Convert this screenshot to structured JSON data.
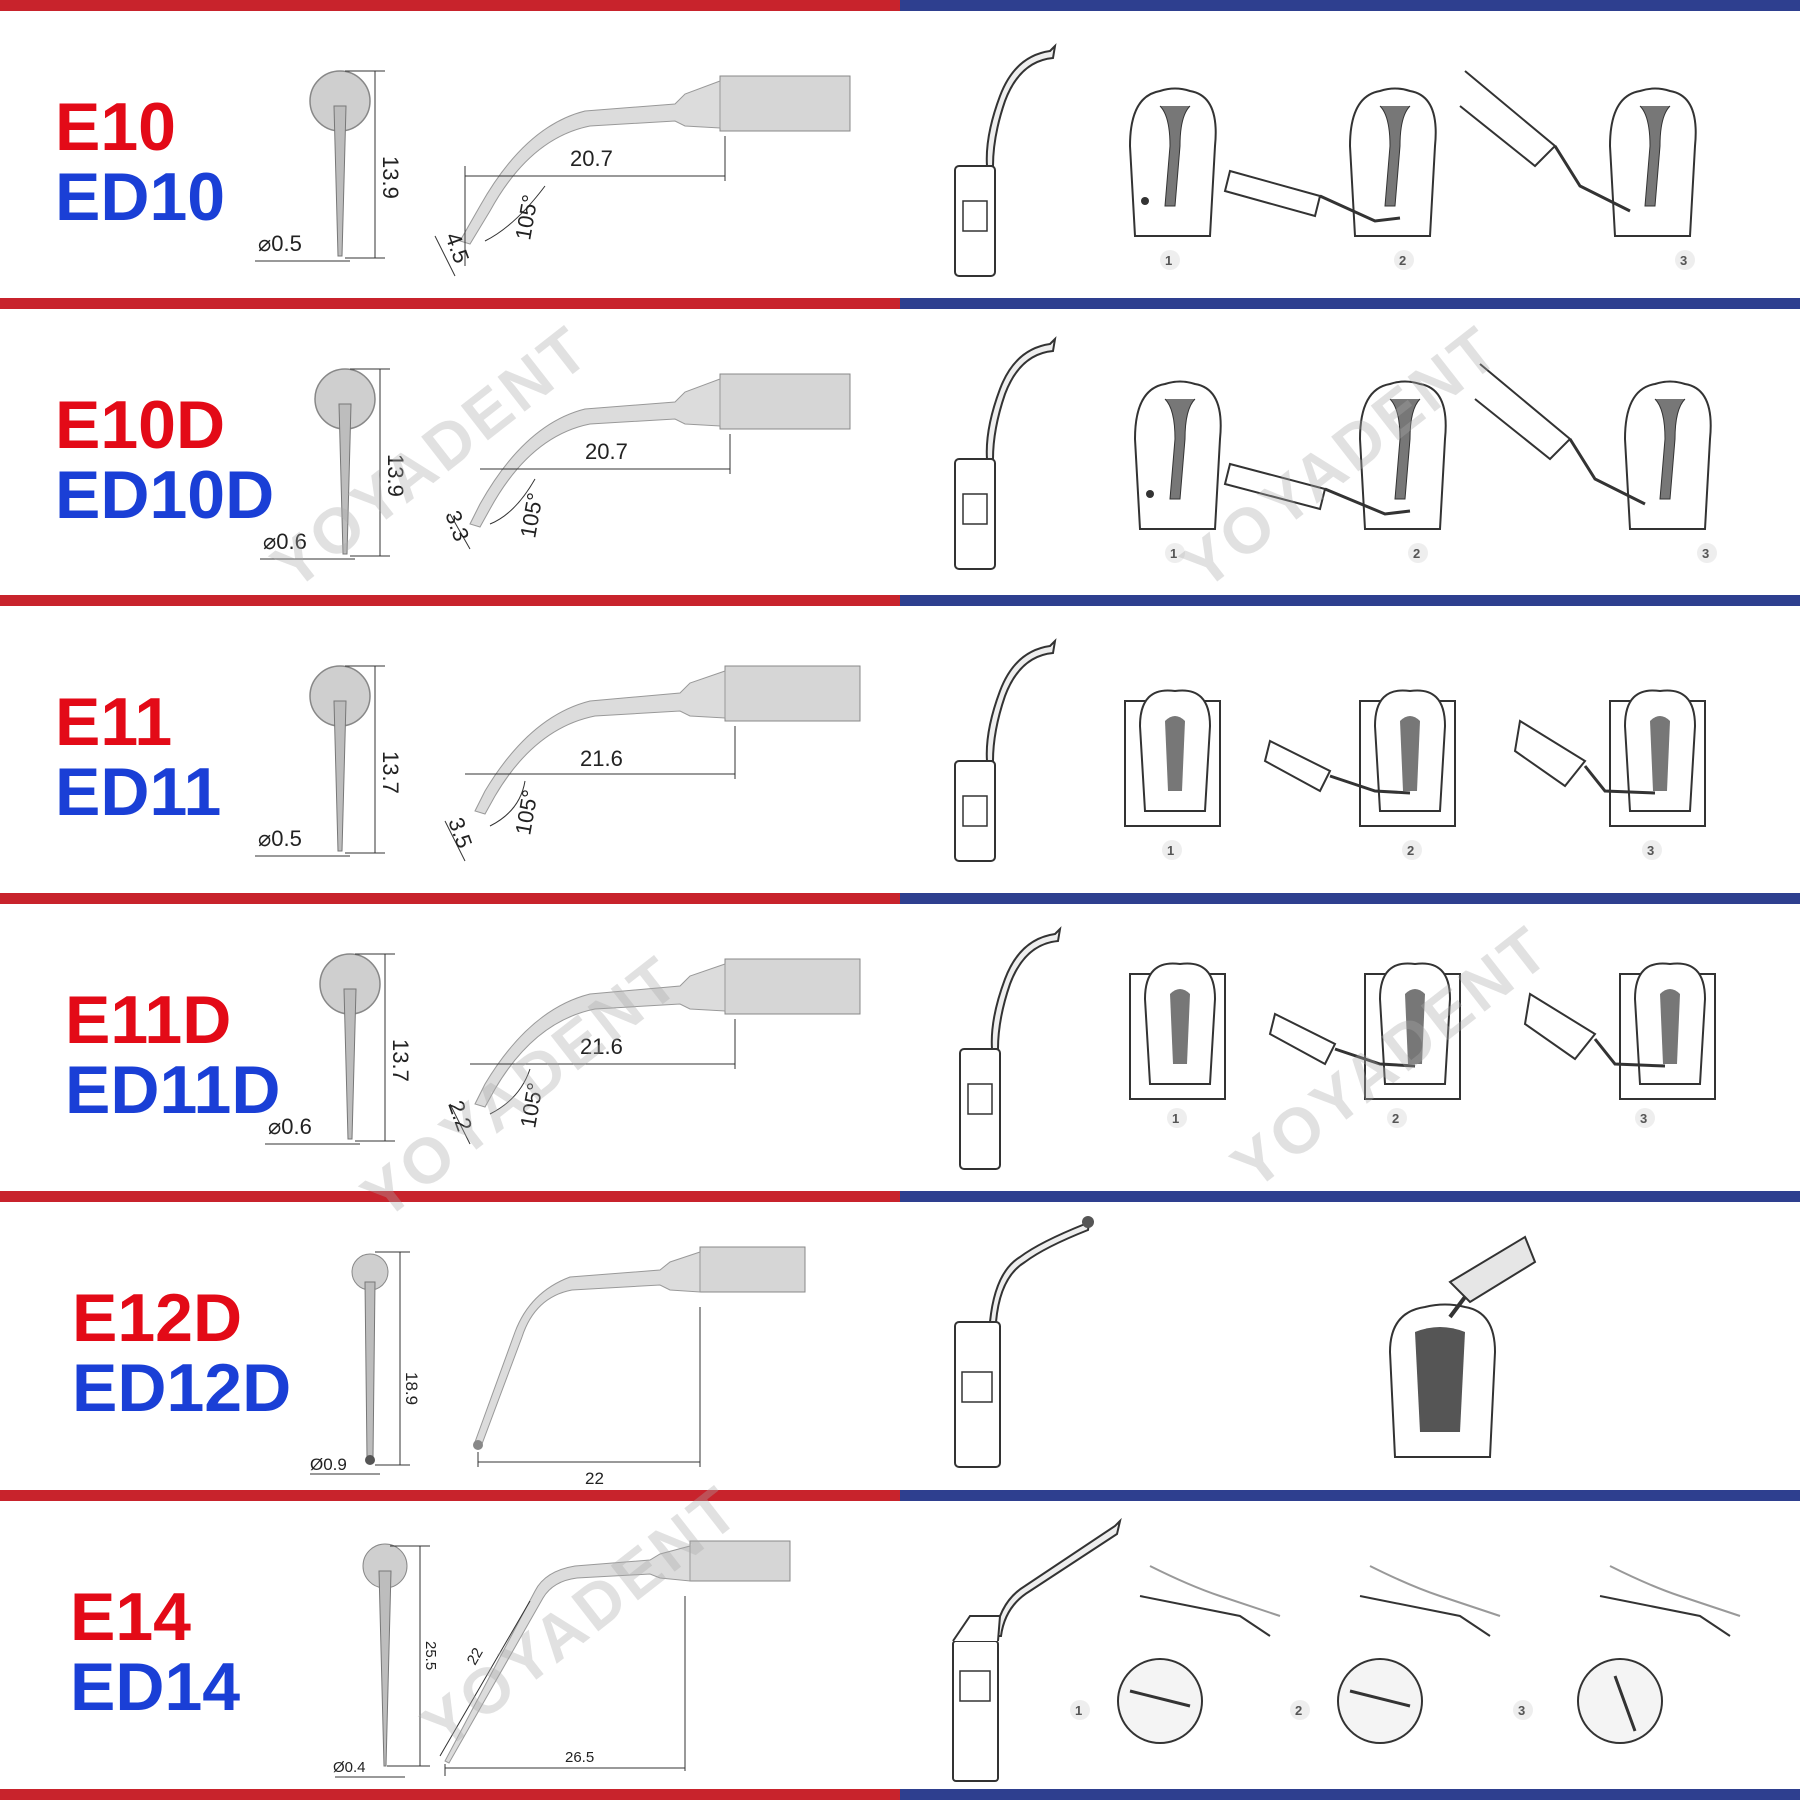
{
  "brand_watermark": "YOYADENT",
  "colors": {
    "red": "#c8232c",
    "blue": "#2e3f8f",
    "code_red": "#e30a17",
    "code_blue": "#1a3fd6"
  },
  "rows": [
    {
      "code": "E10",
      "alt_code": "ED10",
      "diameter": "⌀0.5",
      "length": "13.9",
      "tip": "4.5",
      "reach": "20.7",
      "angle": "105°",
      "steps": [
        "1",
        "2",
        "3"
      ]
    },
    {
      "code": "E10D",
      "alt_code": "ED10D",
      "diameter": "⌀0.6",
      "length": "13.9",
      "tip": "3.3",
      "reach": "20.7",
      "angle": "105°",
      "steps": [
        "1",
        "2",
        "3"
      ]
    },
    {
      "code": "E11",
      "alt_code": "ED11",
      "diameter": "⌀0.5",
      "length": "13.7",
      "tip": "3.5",
      "reach": "21.6",
      "angle": "105°",
      "steps": [
        "1",
        "2",
        "3"
      ]
    },
    {
      "code": "E11D",
      "alt_code": "ED11D",
      "diameter": "⌀0.6",
      "length": "13.7",
      "tip": "2.2",
      "reach": "21.6",
      "angle": "105°",
      "steps": [
        "1",
        "2",
        "3"
      ]
    },
    {
      "code": "E12D",
      "alt_code": "ED12D",
      "diameter": "Ø0.9",
      "length": "18.9",
      "reach": "22"
    },
    {
      "code": "E14",
      "alt_code": "ED14",
      "diameter": "Ø0.4",
      "length": "25.5",
      "tip": "22",
      "reach": "26.5",
      "steps": [
        "1",
        "2",
        "3"
      ]
    }
  ]
}
